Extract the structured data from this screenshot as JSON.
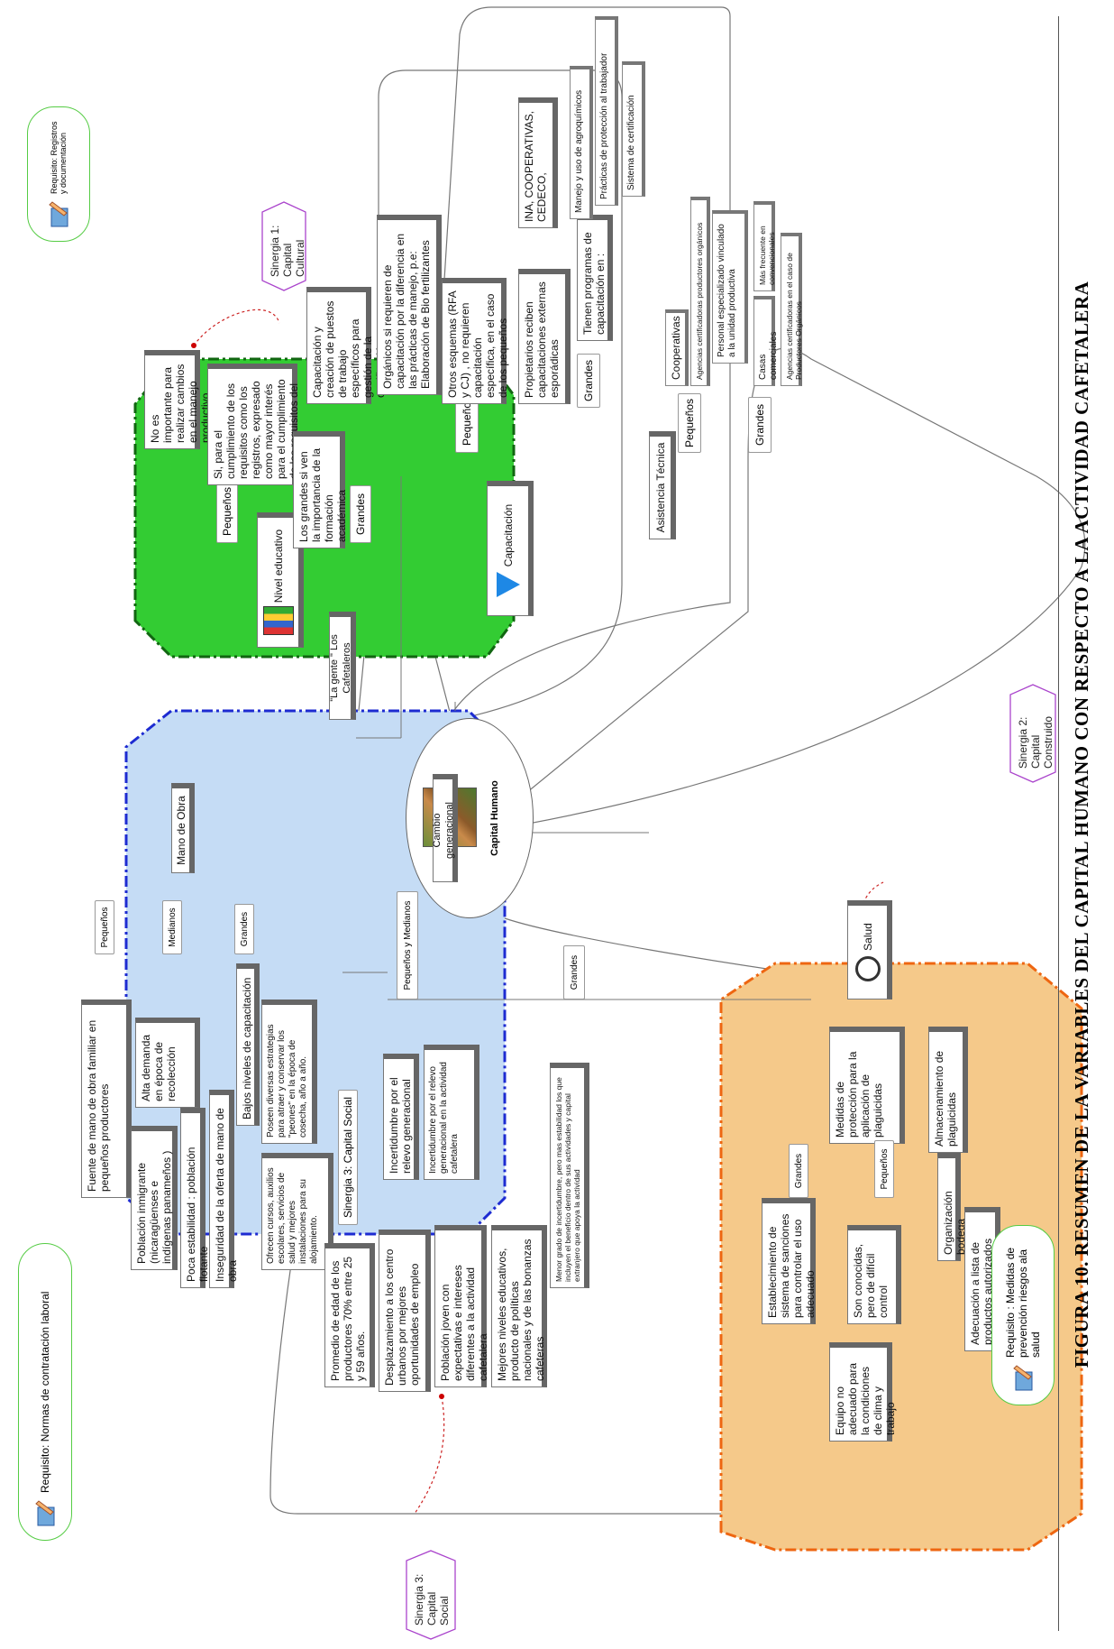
{
  "figure_title": "FIGURA 10. RESUMEN DE LA VARIABLES DEL CAPITAL HUMANO CON RESPECTO A LA ACTIVIDAD CAFETALERA",
  "center": {
    "label": "Capital Humano",
    "photo": "coffee-worker-photo"
  },
  "colors": {
    "green_zone": "#33cc33",
    "blue_zone": "#c5dcf5",
    "orange_zone": "#f5c98a",
    "req_border": "#55cc44",
    "synergy_border": "#aa44cc"
  },
  "nivel_educativo": {
    "label": "Nivel educativo",
    "icon": "books-icon",
    "pequenos": {
      "label": "Pequeños",
      "items": [
        "No es importante para realizar cambios en el manejo productivo",
        "Si, para el cumplimiento de los requisitos como los registros, expresado como mayor interés para el cumplimiento de los requisitos del estándar."
      ]
    },
    "grandes": {
      "label": "Grandes",
      "items": [
        "Los grandes si ven la importancia de la formación académica",
        "Capacitación y creación de puestos de trabajo específicos para gestión de la certificación"
      ]
    },
    "synergy": "Sinergia 1: Capital Cultural",
    "requirement": "Requisito: Registros y documentación"
  },
  "capacitacion": {
    "label": "Capacitación",
    "icon": "funnel-icon",
    "pequenos": {
      "label": "Pequeños",
      "items": [
        "Orgánicos si requieren de capacitación por la diferencia en las prácticas de manejo, p.e: Elaboración de Bio fertilizantes",
        "Otros esquemas (RFA y CJ) , no requieren capacitación específica, en el caso de los pequeños",
        "Propietarios reciben capacitaciones externas esporádicas"
      ],
      "providers": "INA, COOPERATIVAS, CEDECO,"
    },
    "grandes": {
      "label": "Grandes",
      "item": "Tienen programas de capacitación en :",
      "topics": [
        "Manejo y uso de agroquímicos",
        "Prácticas de protección al trabajador",
        "Sistema de certificación"
      ]
    }
  },
  "asistencia": {
    "label": "Asistencia Técnica",
    "pequenos": {
      "label": "Pequeños",
      "items": [
        "Cooperativas",
        "Agencias certificadoras productores orgánicos"
      ]
    },
    "grandes": {
      "label": "Grandes",
      "items": [
        "Personal especializado vinculado a la unidad productiva",
        "Casas comerciales",
        "Más frecuente en convencionales",
        "Agencias certificadoras en el caso de Productores Orgánicos"
      ]
    }
  },
  "gente": {
    "label": "\"La gente \" Los Cafetaleros",
    "mano_de_obra": {
      "label": "Mano de Obra",
      "pequenos": {
        "label": "Pequeños",
        "item": "Fuente de mano de obra familiar en pequeños productores"
      },
      "medianos": {
        "label": "Medianos",
        "item": "Alta demanda en época de recolección",
        "subitems": [
          "Población inmigrante (nicaragüenses e indígenas panameños )",
          "Poca estabilidad : población flotante",
          "Inseguridad de la oferta de mano de obra"
        ],
        "extra": "Bajos niveles de capacitación"
      },
      "grandes": {
        "label": "Grandes",
        "item": "Poseen diversas estrategias para atraer y conservar los \"peones\" en la época de cosecha, año a año.",
        "sub": "Ofrecen cursos, auxilios escolares, servicios de salud y mejores instalaciones para su alojamiento."
      },
      "synergy": "Sinergia 3: Capital Social",
      "requirement": "Requisito: Normas de contratación laboral"
    },
    "cambio": {
      "label": "Cambio generacional",
      "pym": {
        "label": "Pequeños y Medianos",
        "item": "Incertidumbre por el relevo generacional",
        "side": "Incertidumbre por el relevo generacional en la actividad cafetalera",
        "subitems": [
          "Promedio de edad de los productores 70% entre 25 y 59 años.",
          "Desplazamiento a los centro urbanos por mejores oportunidades de empleo",
          "Población joven con expectativas e intereses diferentes a la actividad cafetalera",
          "Mejores niveles educativos, producto de políticas nacionales y de las bonanzas cafeteras"
        ]
      },
      "grandes": {
        "label": "Grandes",
        "item": "Menor grado de incertidumbre, pero mas estabilidad los que incluyen el beneficio dentro de sus actividades y capital extranjero que apoya la actividad"
      },
      "synergy": "Sinergia 3: Capital Social"
    }
  },
  "salud": {
    "label": "Salud",
    "icon": "stethoscope-icon",
    "medidas": {
      "label": "Medidas de protección para la aplicación de plaguicidas",
      "grandes": {
        "label": "Grandes",
        "item": "Establecimiento de sistema de sanciones para controlar el uso adecuado"
      },
      "pequenos": {
        "label": "Pequeños",
        "item": "Son conocidas, pero de difícil control",
        "sub": "Equipo no adecuado para la condiciones de clima y trabajo"
      }
    },
    "almacenamiento": {
      "label": "Almacenamiento de plaguicidas",
      "items": [
        "Organización bodega",
        "Adecuación a lista de productos autorizados"
      ]
    },
    "synergy": "Sinergia 2: Capital Construido",
    "requirement": "Requisito : Medidas de prevención riesgos ala salud"
  }
}
